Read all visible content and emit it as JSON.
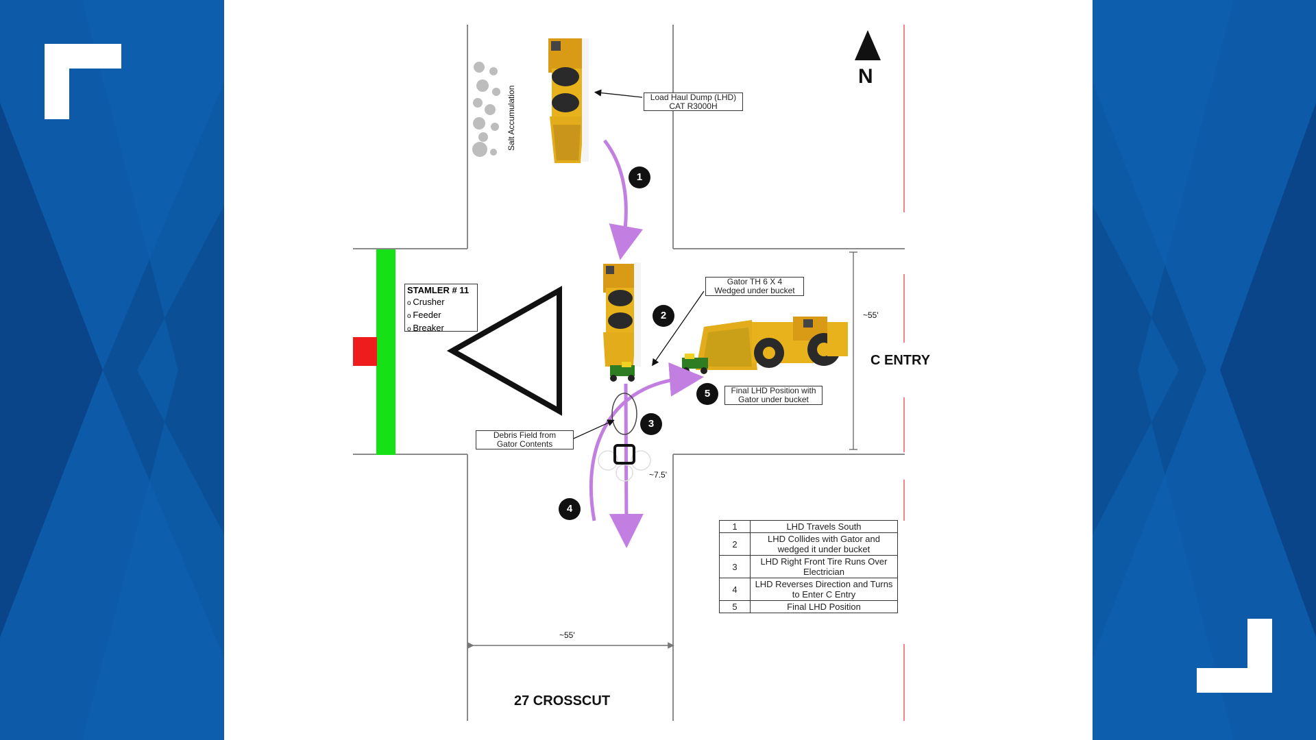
{
  "diagram": {
    "north_label": "N",
    "salt_label": "Salt Accumulation",
    "lhd_label": "Load Haul Dump (LHD) CAT R3000H",
    "gator_label": "Gator TH 6 X 4 Wedged under bucket",
    "debris_label": "Debris Field from Gator Contents",
    "final_label": "Final LHD Position with Gator under bucket",
    "stamler": {
      "title": "STAMLER # 11",
      "items": [
        "Crusher",
        "Feeder",
        "Breaker"
      ]
    },
    "c_entry_label": "C ENTRY",
    "crosscut_label": "27 CROSSCUT",
    "dim_vertical": "~55'",
    "dim_horizontal": "~55'",
    "dim_small": "~7.5'",
    "markers": [
      "1",
      "2",
      "3",
      "4",
      "5"
    ],
    "legend": [
      {
        "n": "1",
        "text": "LHD Travels South"
      },
      {
        "n": "2",
        "text": "LHD Collides with Gator and wedged it under bucket"
      },
      {
        "n": "3",
        "text": "LHD Right Front Tire Runs Over Electrician"
      },
      {
        "n": "4",
        "text": "LHD Reverses Direction and Turns to Enter C Entry"
      },
      {
        "n": "5",
        "text": "Final LHD Position"
      }
    ]
  },
  "colors": {
    "background_blue": "#0a4f96",
    "path_purple": "#c27ee0",
    "green_bar": "#16e016",
    "red_block": "#ee1c1c",
    "machine_yellow": "#e7b21c"
  }
}
